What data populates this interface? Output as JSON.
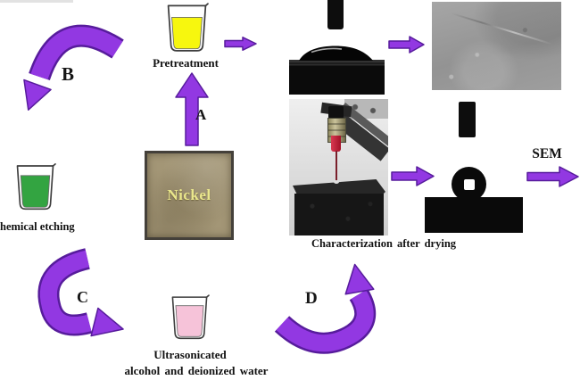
{
  "colors": {
    "arrow-purple": "#9238e2",
    "arrow-purple-dark": "#571c9c",
    "pretreatment-liquid": "#f7f70e",
    "etching-liquid": "#33a441",
    "ultrasonic-liquid": "#f6c3d9",
    "nickel-plate": "#a39676",
    "nickel-text": "#eae78c",
    "sem-gray": "#9d9d9d",
    "label-text": "#111111"
  },
  "steps": {
    "a": "A",
    "b": "B",
    "c": "C",
    "d": "D"
  },
  "items": {
    "pretreatment": {
      "label": "Pretreatment"
    },
    "nickel": {
      "label": "Nickel"
    },
    "etching": {
      "label": "hemical etching"
    },
    "ultrasonic": {
      "line1": "Ultrasonicated",
      "line2": "alcohol and deionized water"
    },
    "characterization": {
      "label": "Characterization after drying"
    },
    "sem": {
      "label": "SEM"
    }
  }
}
